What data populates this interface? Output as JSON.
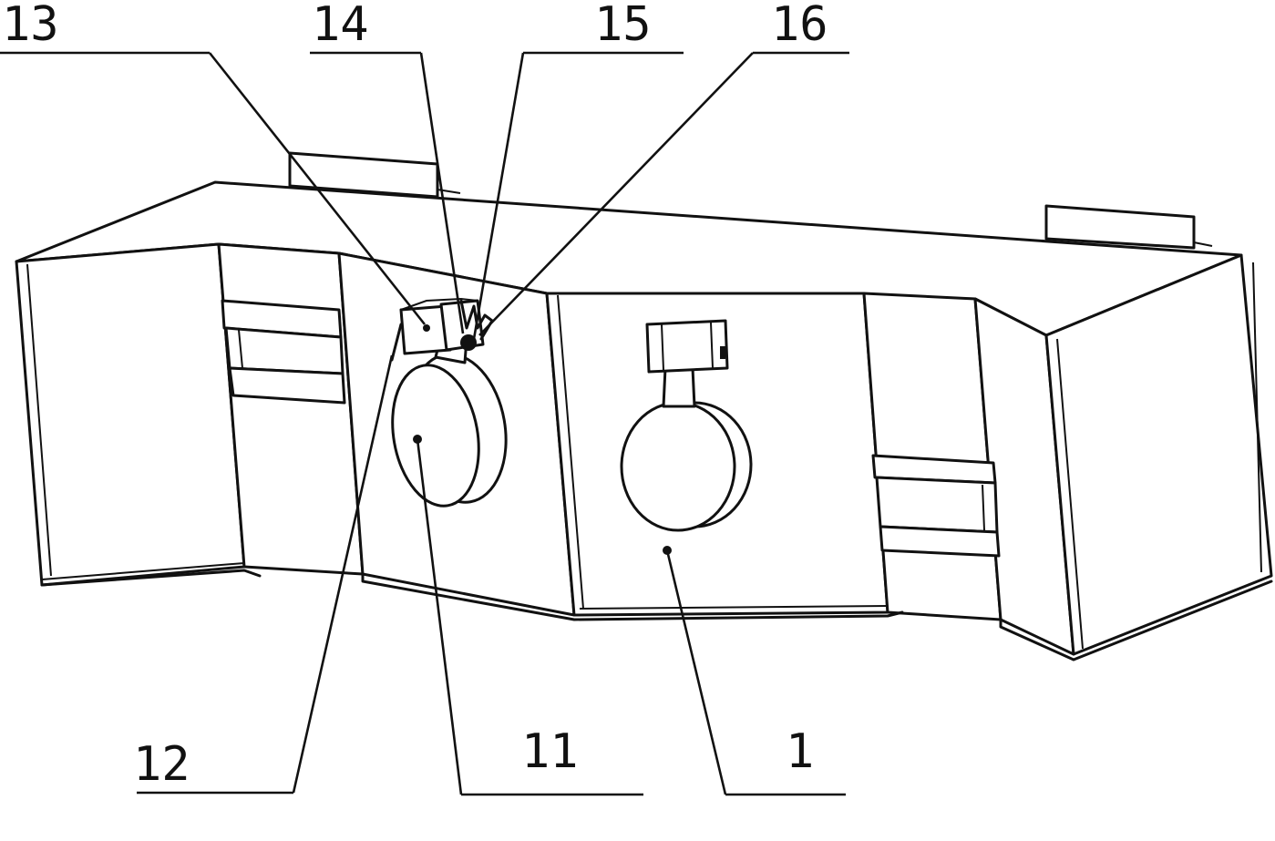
{
  "callouts": [
    {
      "id": "13",
      "text": "13"
    },
    {
      "id": "14",
      "text": "14"
    },
    {
      "id": "15",
      "text": "15"
    },
    {
      "id": "16",
      "text": "16"
    },
    {
      "id": "12",
      "text": "12"
    },
    {
      "id": "11",
      "text": "11"
    },
    {
      "id": "1",
      "text": "1"
    }
  ]
}
